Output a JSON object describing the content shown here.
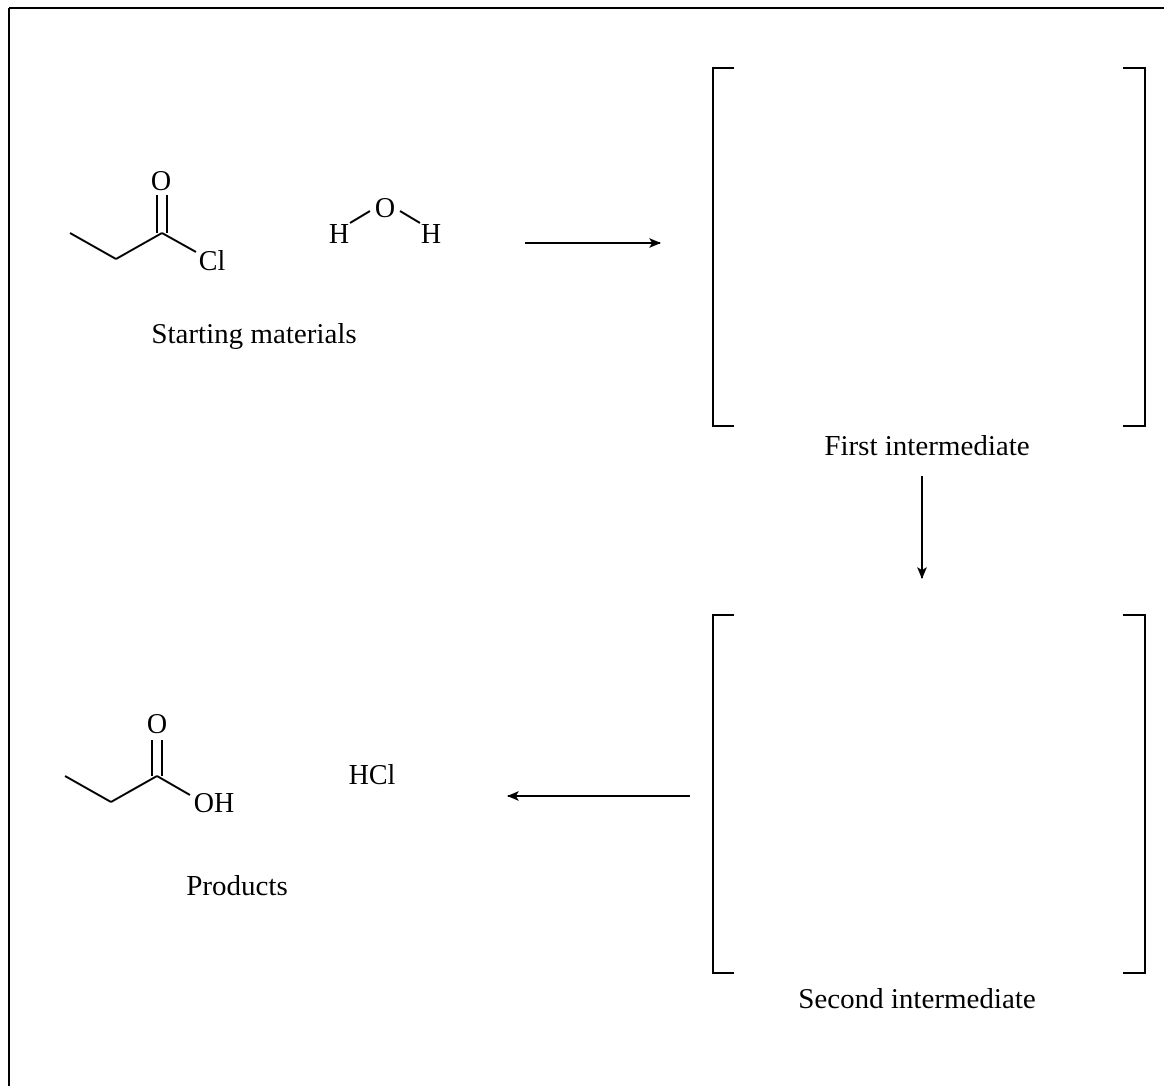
{
  "starting_materials": {
    "caption": "Starting materials",
    "acyl_chloride": {
      "oxygen": "O",
      "chlorine": "Cl"
    },
    "water": {
      "oxygen": "O",
      "hydrogen_left": "H",
      "hydrogen_right": "H"
    }
  },
  "first_intermediate": {
    "caption": "First intermediate"
  },
  "second_intermediate": {
    "caption": "Second intermediate"
  },
  "products": {
    "caption": "Products",
    "acid": {
      "oxygen": "O",
      "hydroxyl": "OH"
    },
    "hcl": "HCl"
  }
}
